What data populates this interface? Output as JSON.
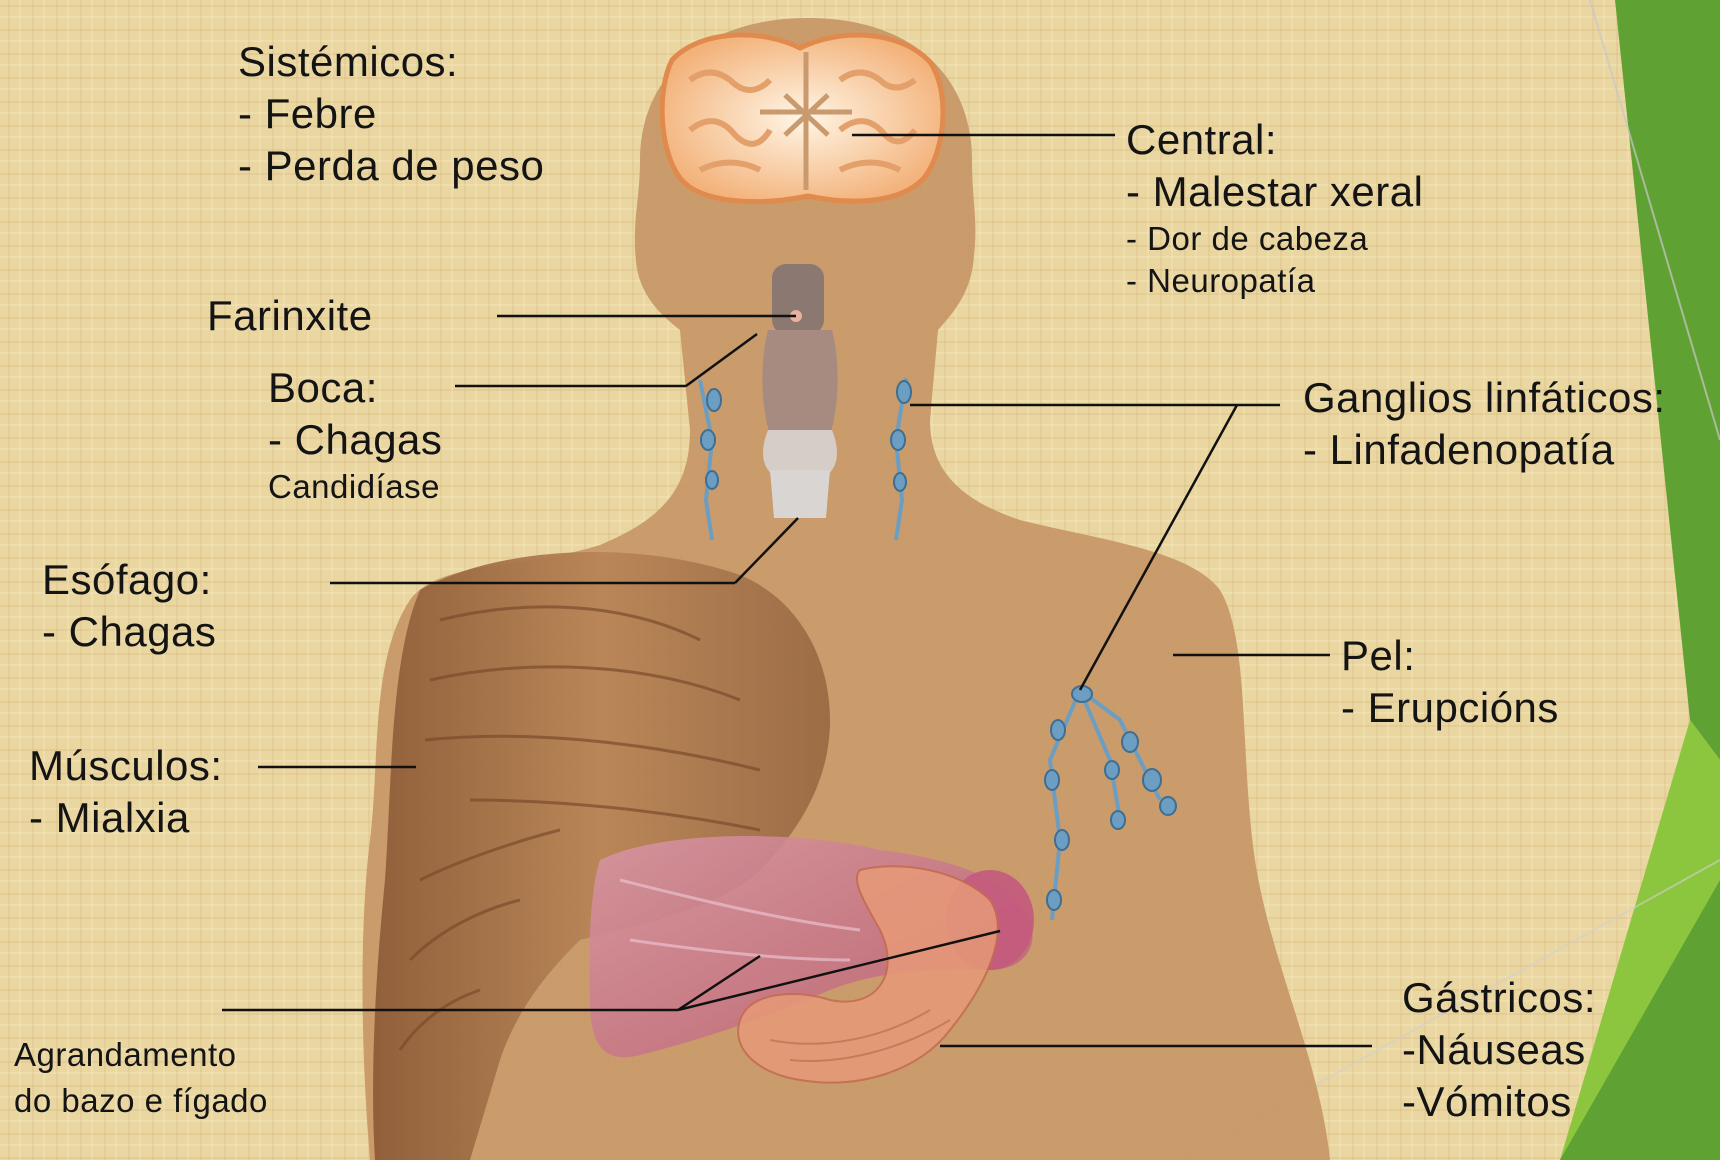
{
  "diagram": {
    "colors": {
      "paper": "#ead6a1",
      "body": "#c79666",
      "line": "#111111",
      "node": "#6b9ec2",
      "accent_green": "#5fa233"
    },
    "labels": {
      "sistemicos": {
        "title": "Sistémicos:",
        "items": [
          "- Febre",
          "- Perda de peso"
        ]
      },
      "central": {
        "title": "Central:",
        "items": [
          "- Malestar xeral"
        ],
        "small_items": [
          "- Dor de cabeza",
          "- Neuropatía"
        ]
      },
      "farinxite": {
        "title": "Farinxite"
      },
      "boca": {
        "title": "Boca:",
        "items": [
          "- Chagas"
        ],
        "small_items": [
          "Candidíase"
        ]
      },
      "ganglios": {
        "title": "Ganglios linfáticos:",
        "items": [
          "- Linfadenopatía"
        ]
      },
      "esofago": {
        "title": "Esófago:",
        "items": [
          "- Chagas"
        ]
      },
      "pel": {
        "title": "Pel:",
        "items": [
          "- Erupcións"
        ]
      },
      "musculos": {
        "title": "Músculos:",
        "items": [
          "- Mialxia"
        ]
      },
      "agrandamento": {
        "lines": [
          "Agrandamento",
          "do bazo e fígado"
        ]
      },
      "gastricos": {
        "title": "Gástricos:",
        "items": [
          "-Náuseas",
          "-Vómitos"
        ]
      }
    }
  }
}
